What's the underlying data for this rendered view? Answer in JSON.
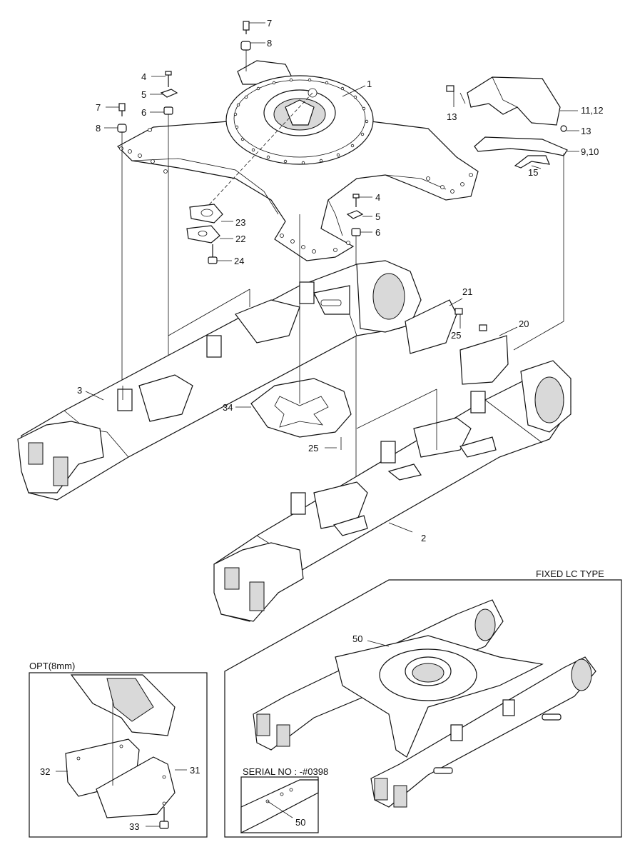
{
  "labels": {
    "p1": "1",
    "p2": "2",
    "p3": "3",
    "p4a": "4",
    "p4b": "4",
    "p5a": "5",
    "p5b": "5",
    "p6a": "6",
    "p6b": "6",
    "p7a": "7",
    "p7b": "7",
    "p8a": "8",
    "p8b": "8",
    "p9_10": "9,10",
    "p11_12": "11,12",
    "p13a": "13",
    "p13b": "13",
    "p15": "15",
    "p20": "20",
    "p21": "21",
    "p22": "22",
    "p23": "23",
    "p24": "24",
    "p25a": "25",
    "p25b": "25",
    "p34": "34",
    "p50a": "50",
    "p50b": "50",
    "p31": "31",
    "p32": "32",
    "p33": "33"
  },
  "panels": {
    "fixed_lc_title": "FIXED LC TYPE",
    "serial_label": "SERIAL NO : -#0398",
    "opt_title": "OPT(8mm)"
  }
}
